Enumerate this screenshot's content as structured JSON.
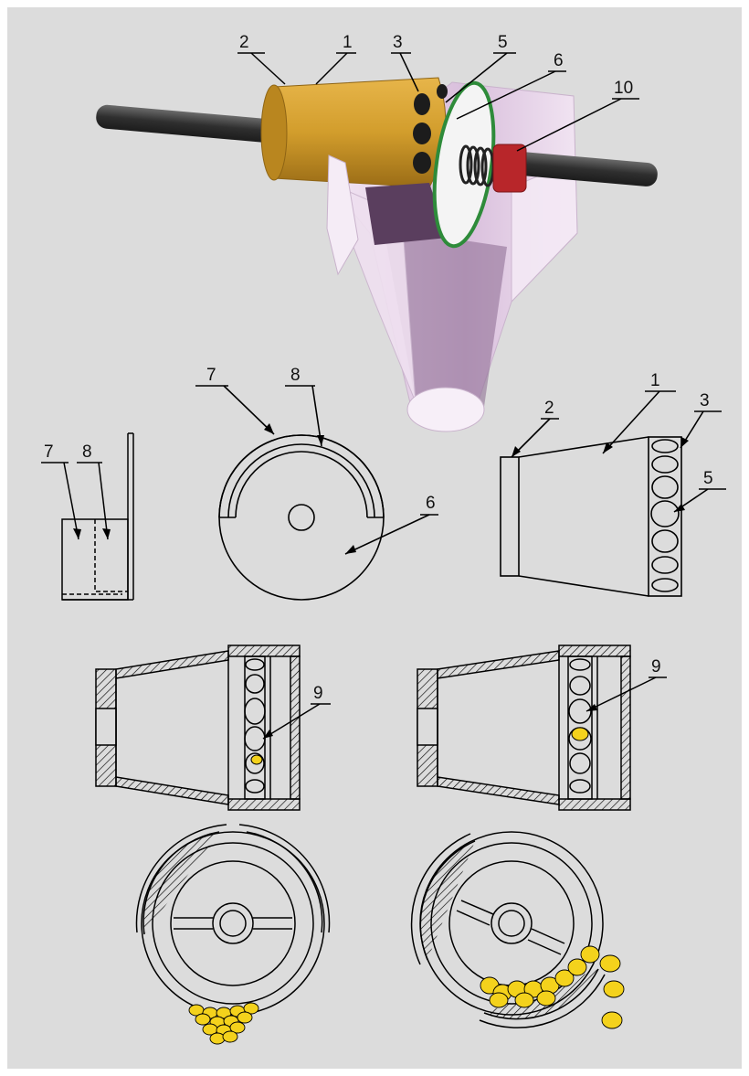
{
  "labels": {
    "l1": "1",
    "l2": "2",
    "l3": "3",
    "l5": "5",
    "l6": "6",
    "l10": "10",
    "l7": "7",
    "l8": "8",
    "l6b": "6",
    "l7b": "7",
    "l8b": "8",
    "l1b": "1",
    "l2b": "2",
    "l3b": "3",
    "l5b": "5",
    "l9a": "9",
    "l9b": "9"
  },
  "colors": {
    "background": "#dcdcdc",
    "frame": "#ffffff",
    "drum": "#d29d2c",
    "drum_dark": "#a8771a",
    "shaft": "#3d3d3d",
    "hopper": "#e9d6ec",
    "hopper_dark": "#7a5a80",
    "disk_edge": "#2e8b3a",
    "spring": "#333333",
    "red_part": "#b8262a",
    "seed": "#f4d21c",
    "line": "#000000"
  }
}
